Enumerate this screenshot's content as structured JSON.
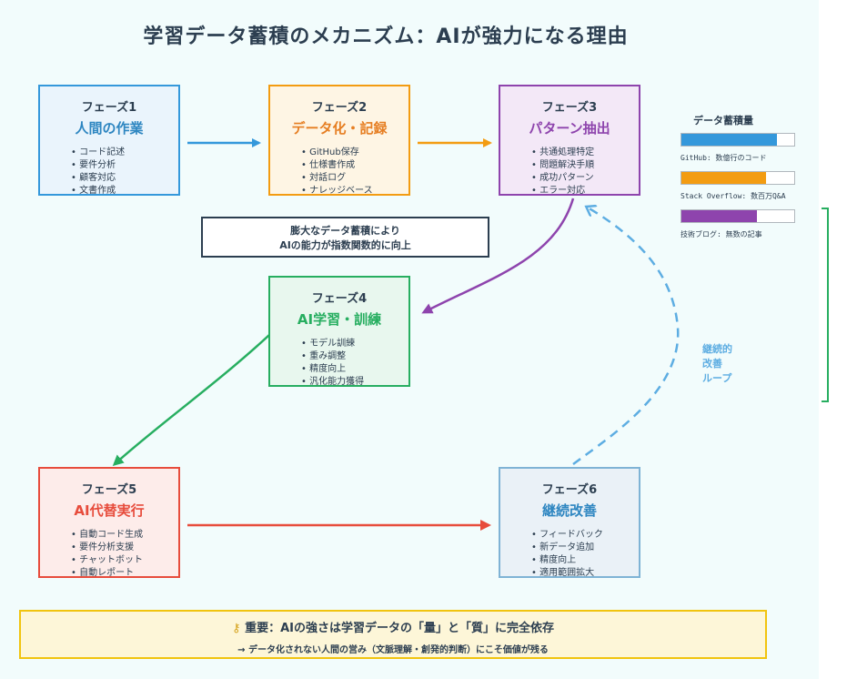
{
  "title": "学習データ蓄積のメカニズム：AIが強力になる理由",
  "phases": [
    {
      "label": "フェーズ1",
      "name": "人間の作業",
      "items": [
        "コード記述",
        "要件分析",
        "顧客対応",
        "文書作成"
      ]
    },
    {
      "label": "フェーズ2",
      "name": "データ化・記録",
      "items": [
        "GitHub保存",
        "仕様書作成",
        "対話ログ",
        "ナレッジベース"
      ]
    },
    {
      "label": "フェーズ3",
      "name": "パターン抽出",
      "items": [
        "共通処理特定",
        "問題解決手順",
        "成功パターン",
        "エラー対応"
      ]
    },
    {
      "label": "フェーズ4",
      "name": "AI学習・訓練",
      "items": [
        "モデル訓練",
        "重み調整",
        "精度向上",
        "汎化能力獲得"
      ]
    },
    {
      "label": "フェーズ5",
      "name": "AI代替実行",
      "items": [
        "自動コード生成",
        "要件分析支援",
        "チャットボット",
        "自動レポート"
      ]
    },
    {
      "label": "フェーズ6",
      "name": "継続改善",
      "items": [
        "フィードバック",
        "新データ追加",
        "精度向上",
        "適用範囲拡大"
      ]
    }
  ],
  "callout": {
    "line1": "膨大なデータ蓄積により",
    "line2": "AIの能力が指数関数的に向上"
  },
  "loop_label": {
    "line1": "継続的",
    "line2": "改善",
    "line3": "ループ"
  },
  "legend": {
    "title": "データ蓄積量",
    "bars": [
      {
        "label": "GitHub: 数億行のコード",
        "fill": 0.85,
        "color": "#3498db"
      },
      {
        "label": "Stack Overflow: 数百万Q&A",
        "fill": 0.75,
        "color": "#f39c12"
      },
      {
        "label": "技術ブログ: 無数の記事",
        "fill": 0.67,
        "color": "#8e44ad"
      }
    ]
  },
  "bottom": {
    "icon": "key-icon",
    "main": "重要：AIの強さは学習データの「量」と「質」に完全依存",
    "sub": "→ データ化されない人間の営み（文脈理解・創発的判断）にこそ価値が残る"
  },
  "colors": {
    "phase1": "#3498db",
    "phase2": "#f39c12",
    "phase3": "#8e44ad",
    "phase4": "#27ae60",
    "phase5": "#e74c3c",
    "phase6": "#5dade2"
  }
}
